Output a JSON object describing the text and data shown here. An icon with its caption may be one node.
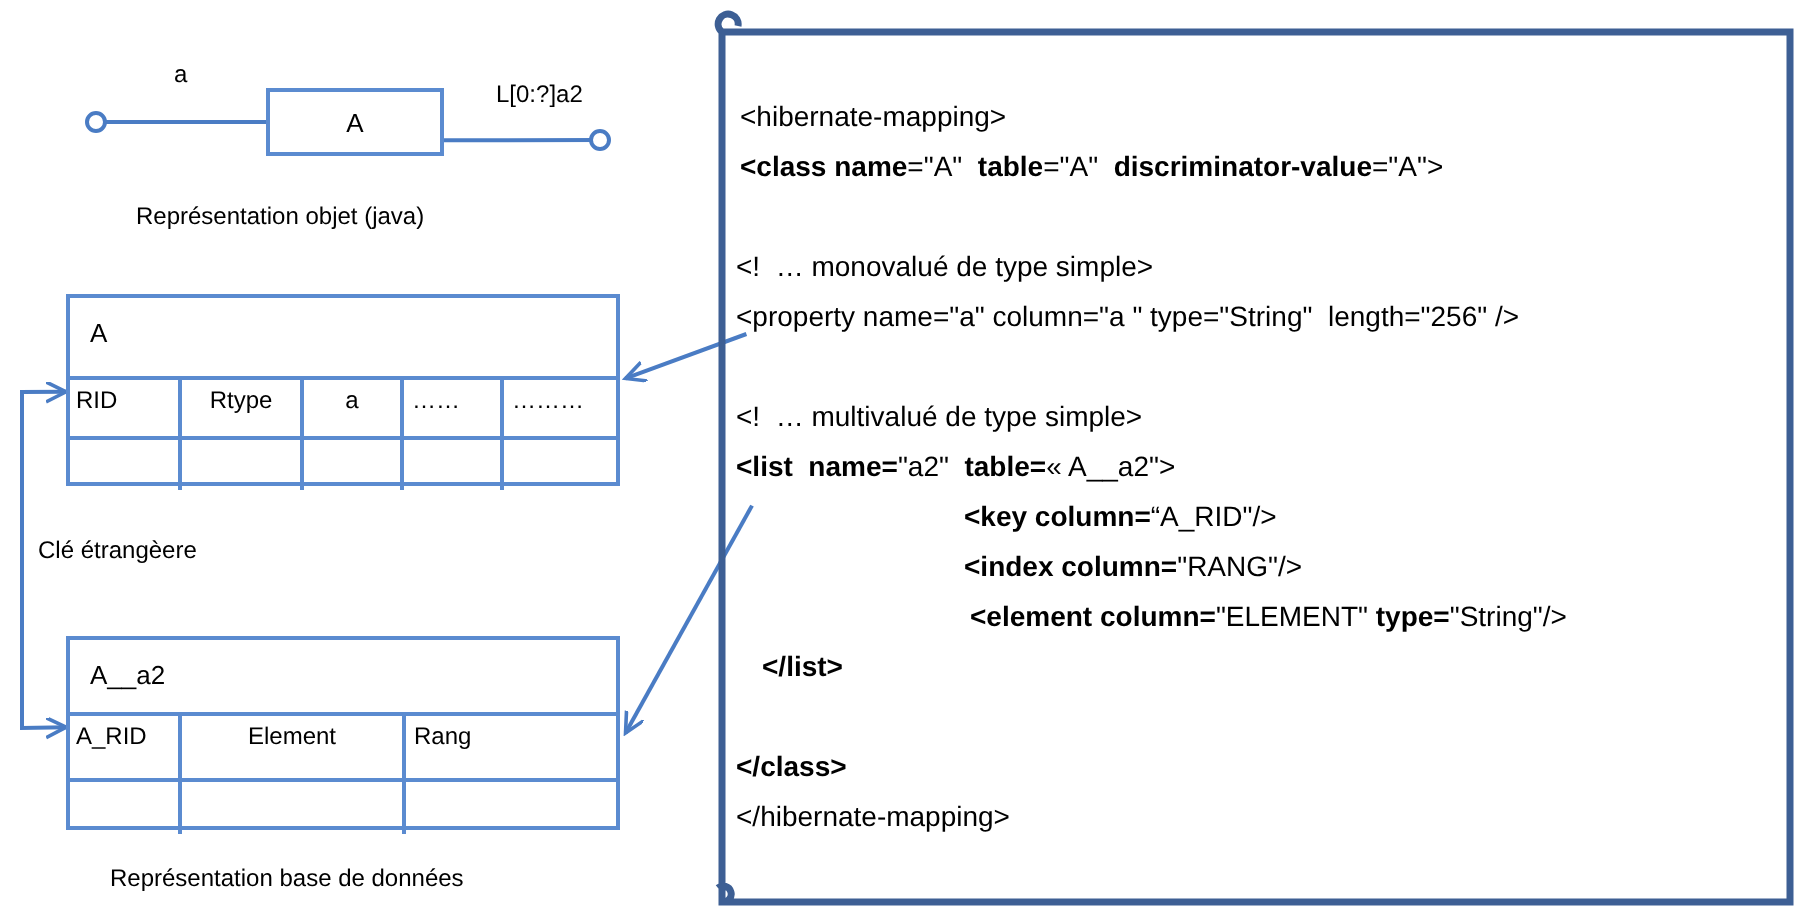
{
  "diagram": {
    "nodes": [
      {
        "text": [
          "A"
        ]
      },
      {
        "text": [
          "A"
        ]
      },
      {
        "text": [
          "RID"
        ],
        "in": 1
      },
      {
        "text": [
          "Rtype"
        ],
        "in": 1
      },
      {
        "text": [
          "a"
        ],
        "in": 1
      },
      {
        "text": [
          "……"
        ],
        "in": 1
      },
      {
        "text": [
          "………"
        ],
        "in": 1
      },
      {
        "text": [
          "A__a2"
        ]
      },
      {
        "text": [
          "A_RID"
        ],
        "in": 7
      },
      {
        "text": [
          "Element"
        ],
        "in": 7
      },
      {
        "text": [
          "Rang"
        ],
        "in": 7
      },
      {
        "text": [],
        "shape": "scroll"
      },
      {
        "text": [
          "<hibernate-mapping>"
        ],
        "in": 11
      },
      {
        "text": [
          "**<class name**=\"A\"  **table**=\"A\"  **discriminator-value**=\"A\">"
        ],
        "in": 11
      },
      {
        "text": [
          "<!  … monovalué de type simple>"
        ],
        "in": 11
      },
      {
        "text": [
          "<property name=\"a\" column=\"a \" type=\"String\"  length=\"256\" />"
        ],
        "in": 11
      },
      {
        "text": [
          "<!  … multivalué de type simple>"
        ],
        "in": 11
      },
      {
        "text": [
          "**<list  name=**\"a2\"  **table=**« A__a2\">"
        ],
        "in": 11
      },
      {
        "text": [
          "**<key column=**“A_RID\"/>"
        ],
        "in": 11
      },
      {
        "text": [
          "**<index column=**\"RANG\"/>"
        ],
        "in": 11
      },
      {
        "text": [
          "**<element column=**\"ELEMENT\" **type=**\"String\"/>"
        ],
        "in": 11
      },
      {
        "text": [
          "</list>"
        ],
        "in": 11
      },
      {
        "text": [
          "</class>"
        ],
        "in": 11
      },
      {
        "text": [
          "</hibernate-mapping>"
        ],
        "in": 11
      }
    ],
    "edges": [
      {
        "from": 0,
        "to": null,
        "arrow": "other",
        "label": "a"
      },
      {
        "from": 0,
        "to": null,
        "arrow": "other",
        "label": "L[0:?]a2"
      },
      {
        "from": 15,
        "to": 1,
        "arrow": "to"
      },
      {
        "from": 17,
        "to": 7,
        "arrow": "to"
      },
      {
        "from": 8,
        "to": 2,
        "arrow": "both",
        "label": "Clé étrangèere"
      }
    ],
    "labels": [
      "Représentation objet (java)",
      "Représentation base de données"
    ]
  }
}
